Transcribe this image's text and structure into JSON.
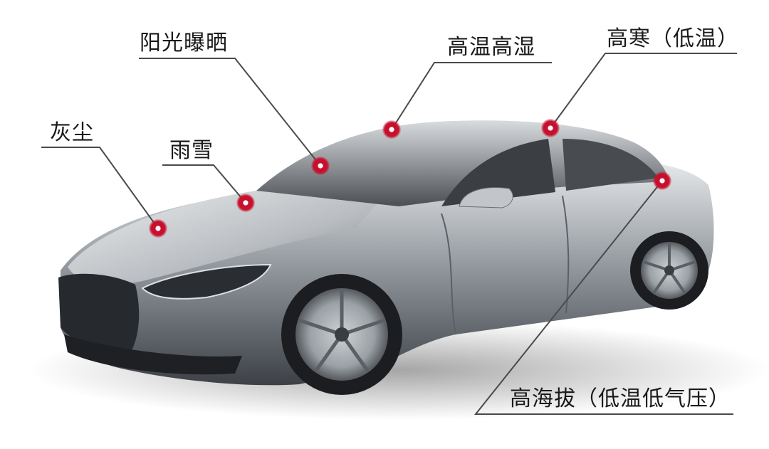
{
  "labels": {
    "dust": "灰尘",
    "rain_snow": "雨雪",
    "sunlight": "阳光曝晒",
    "heat_humidity": "高温高湿",
    "cold": "高寒（低温）",
    "altitude": "高海拔（低温低气压）"
  },
  "colors": {
    "marker": "#c8102e",
    "line": "#4a4a4a",
    "car_body": "#8d9298",
    "car_dark": "#2a2d31"
  }
}
